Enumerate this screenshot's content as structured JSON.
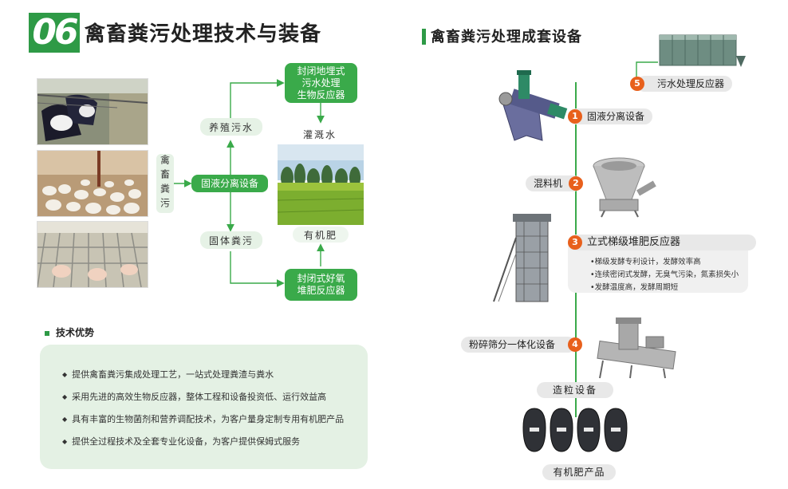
{
  "header": {
    "section_number": "06",
    "title": "禽畜粪污处理技术与装备",
    "section_title": "禽畜粪污处理成套设备"
  },
  "flow": {
    "source": "禽畜粪污",
    "separator": "固液分离设备",
    "liquid": "养殖污水",
    "solid": "固体粪污",
    "liquid_reactor": "封闭地埋式\n污水处理\n生物反应器",
    "irrigation": "灌溉水",
    "fertilizer": "有机肥",
    "solid_reactor": "封闭式好氧\n堆肥反应器"
  },
  "advantages": {
    "heading": "技术优势",
    "items": [
      "提供禽畜粪污集成处理工艺，一站式处理粪渣与粪水",
      "采用先进的高效生物反应器，整体工程和设备投资低、运行效益高",
      "具有丰富的生物菌剂和营养调配技术，为客户量身定制专用有机肥产品",
      "提供全过程技术及全套专业化设备，为客户提供保姆式服务"
    ]
  },
  "equipment": {
    "steps": [
      {
        "num": "5",
        "label": "污水处理反应器"
      },
      {
        "num": "1",
        "label": "固液分离设备"
      },
      {
        "num": "2",
        "label": "混料机"
      },
      {
        "num": "3",
        "label": "立式梯级堆肥反应器"
      },
      {
        "num": "4",
        "label": "粉碎筛分一体化设备"
      }
    ],
    "features": [
      "•梯级发酵专利设计，发酵效率高",
      "•连续密闭式发酵，无臭气污染，氮素损失小",
      "•发酵温度高，发酵周期短"
    ],
    "granulation": "造粒设备",
    "product": "有机肥产品"
  },
  "colors": {
    "brand_green": "#2e9a46",
    "node_green": "#3aaa4a",
    "step_orange": "#e8601c"
  }
}
